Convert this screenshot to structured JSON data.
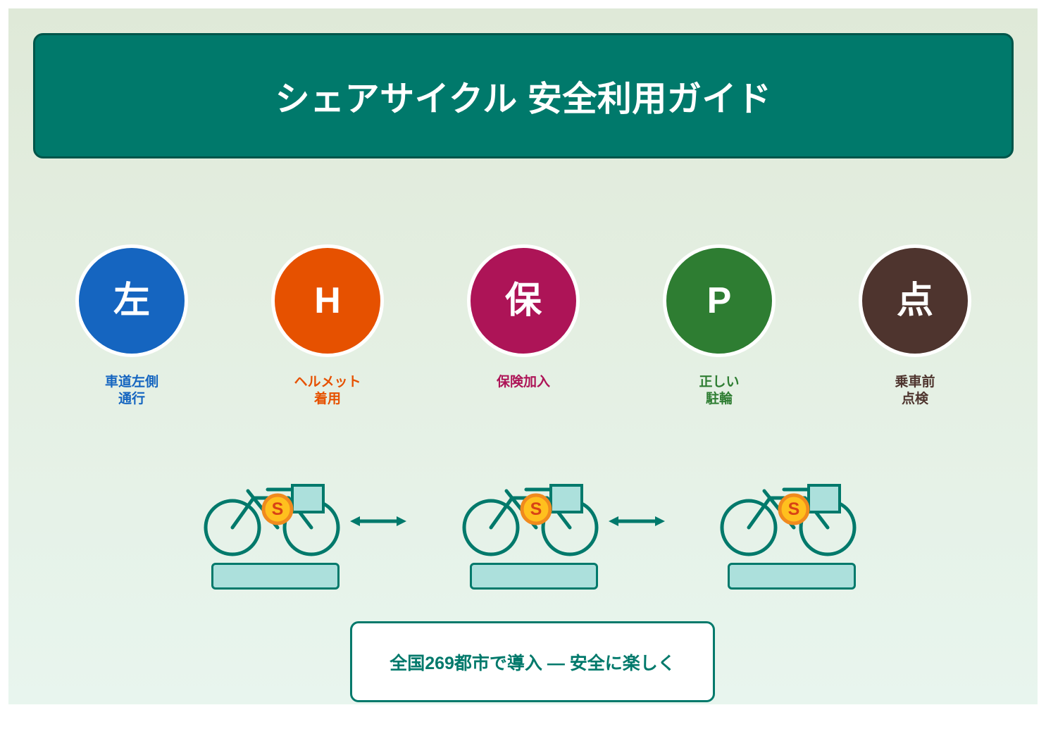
{
  "poster": {
    "background_top": "#dfe9d8",
    "background_bottom": "#e8f5ee",
    "brand_teal": "#00796b"
  },
  "header": {
    "title": "シェアサイクル 安全利用ガイド",
    "fill": "#00796b",
    "border": "#00554a",
    "text_color": "#ffffff"
  },
  "icons": [
    {
      "glyph": "左",
      "label": "車道左側\n通行",
      "circle_color": "#1565c0",
      "label_color": "#1565c0",
      "name": "ride-left-side"
    },
    {
      "glyph": "H",
      "label": "ヘルメット\n着用",
      "circle_color": "#e65100",
      "label_color": "#e65100",
      "name": "wear-helmet"
    },
    {
      "glyph": "保",
      "label": "保険加入",
      "circle_color": "#ad1457",
      "label_color": "#ad1457",
      "name": "join-insurance"
    },
    {
      "glyph": "P",
      "label": "正しい\n駐輪",
      "circle_color": "#2e7d32",
      "label_color": "#2e7d32",
      "name": "correct-parking"
    },
    {
      "glyph": "点",
      "label": "乗車前\n点検",
      "circle_color": "#4e342e",
      "label_color": "#4e342e",
      "name": "pre-ride-inspection"
    }
  ],
  "bikes": {
    "count": 3,
    "badge_letter": "S",
    "badge_fill": "#ffc01e",
    "badge_ring": "#f08a1e",
    "badge_text_color": "#d84315",
    "frame_color": "#00796b",
    "basket_fill": "#ace0dc",
    "dock_fill": "#ace0dc",
    "arrow_color": "#00796b",
    "arrow_count": 2
  },
  "footer": {
    "text": "全国269都市で導入 — 安全に楽しく",
    "text_color": "#00796b",
    "border_color": "#00796b",
    "fill": "#ffffff"
  }
}
